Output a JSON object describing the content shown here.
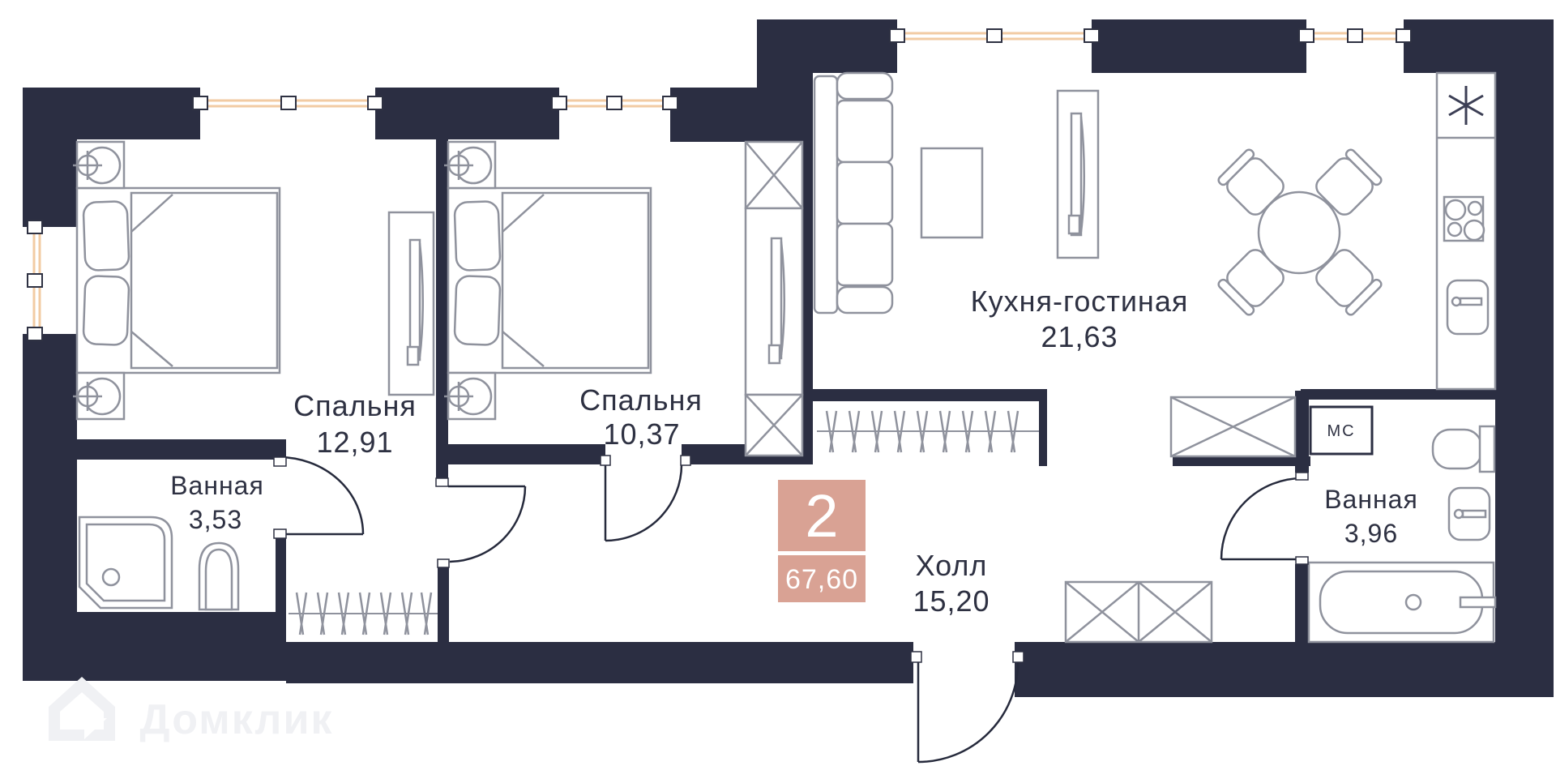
{
  "plan": {
    "badge": {
      "rooms": "2",
      "total_area": "67,60"
    },
    "rooms": [
      {
        "id": "bedroom-1",
        "label": "Спальня",
        "area": "12,91"
      },
      {
        "id": "bedroom-2",
        "label": "Спальня",
        "area": "10,37"
      },
      {
        "id": "bathroom-left",
        "label": "Ванная",
        "area": "3,53"
      },
      {
        "id": "kitchen-living",
        "label": "Кухня-гостиная",
        "area": "21,63"
      },
      {
        "id": "hall",
        "label": "Холл",
        "area": "15,20"
      },
      {
        "id": "bathroom-right",
        "label": "Ванная",
        "area": "3,96"
      }
    ],
    "labels": {
      "washing_machine": "МС"
    },
    "watermark": {
      "text": "Домклик"
    },
    "colors": {
      "wall": "#2b2e42",
      "furniture_line": "#8f929d",
      "window_glass": "#f2cba3",
      "badge": "#d9a294",
      "text": "#2e3142",
      "watermark": "#f0f1f4"
    }
  }
}
